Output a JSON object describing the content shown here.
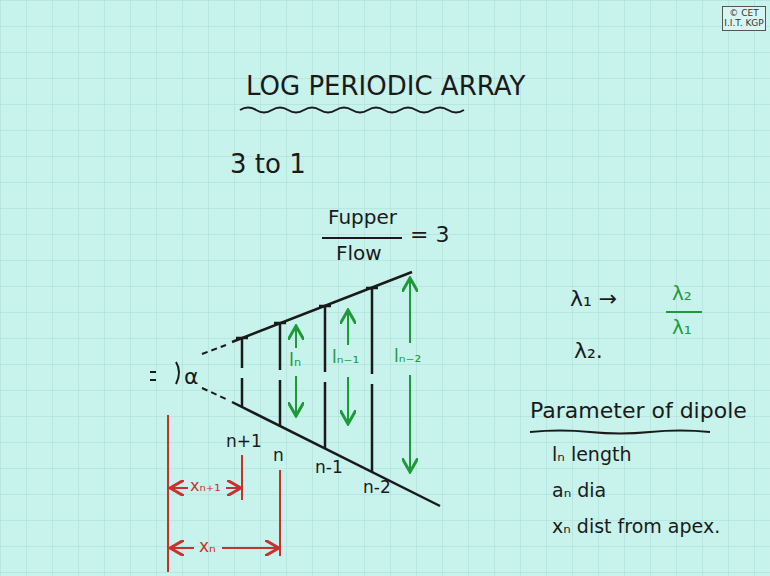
{
  "diagram": {
    "title": "LOG PERIODIC ARRAY",
    "labels": [
      "3 to 1",
      "Fupper",
      "Flow",
      "= 3",
      "α",
      "n+1",
      "n",
      "n-1",
      "n-2",
      "lₙ",
      "lₙ₋₁",
      "lₙ₋₂",
      "xₙ₊₁",
      "xₙ",
      "λ₁ →",
      "λ₂",
      "λ₁",
      "λ₂.",
      "Parameter of dipole",
      "lₙ length",
      "aₙ dia",
      "xₙ dist from apex.",
      "© CET I.I.T. KGP"
    ]
  }
}
